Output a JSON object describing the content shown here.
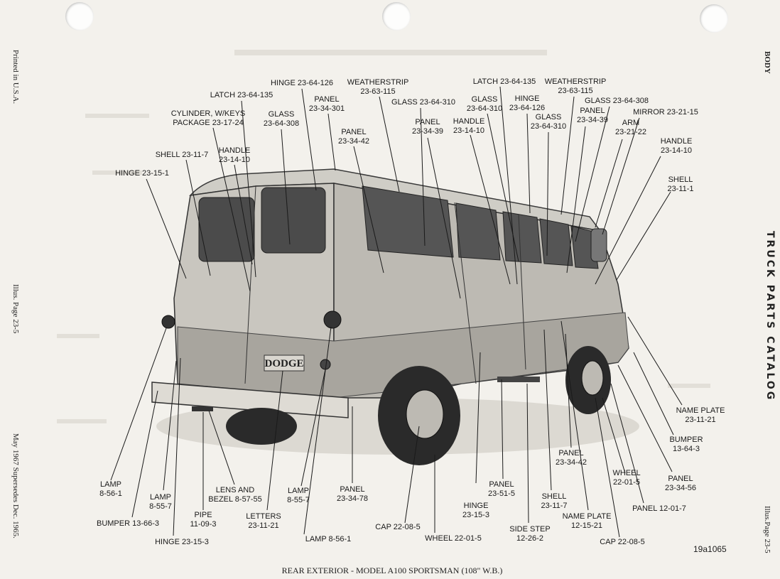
{
  "side_text": {
    "printed": "Printed in U.S.A.",
    "illus_left": "Illus. Page 23-5",
    "date": "May 1967 Supersedes Dec. 1965.",
    "body": "BODY",
    "catalog": "TRUCK PARTS CATALOG",
    "illus_right": "Illus.Page 23-5"
  },
  "caption": "REAR EXTERIOR - MODEL A100 SPORTSMAN (108\" W.B.)",
  "ref_number": "19a1065",
  "badge_text": "DODGE",
  "labels": [
    {
      "id": "hinge-23-15-1",
      "lines": [
        "HINGE 23-15-1"
      ]
    },
    {
      "id": "shell-23-11-7-top",
      "lines": [
        "SHELL 23-11-7"
      ]
    },
    {
      "id": "cylinder-keys",
      "lines": [
        "CYLINDER, W/KEYS",
        "PACKAGE 23-17-24"
      ]
    },
    {
      "id": "latch-23-64-135-left",
      "lines": [
        "LATCH 23-64-135"
      ]
    },
    {
      "id": "handle-23-14-10-left",
      "lines": [
        "HANDLE",
        "23-14-10"
      ]
    },
    {
      "id": "glass-23-64-308-left",
      "lines": [
        "GLASS",
        "23-64-308"
      ]
    },
    {
      "id": "hinge-23-64-126-left",
      "lines": [
        "HINGE 23-64-126"
      ]
    },
    {
      "id": "panel-23-34-301",
      "lines": [
        "PANEL",
        "23-34-301"
      ]
    },
    {
      "id": "weatherstrip-left",
      "lines": [
        "WEATHERSTRIP",
        "23-63-115"
      ]
    },
    {
      "id": "panel-23-34-42-top",
      "lines": [
        "PANEL",
        "23-34-42"
      ]
    },
    {
      "id": "glass-23-64-310-top",
      "lines": [
        "GLASS 23-64-310"
      ]
    },
    {
      "id": "panel-23-34-39-a",
      "lines": [
        "PANEL",
        "23-34-39"
      ]
    },
    {
      "id": "latch-23-64-135-right",
      "lines": [
        "LATCH 23-64-135"
      ]
    },
    {
      "id": "glass-23-64-310-b",
      "lines": [
        "GLASS",
        "23-64-310"
      ]
    },
    {
      "id": "handle-23-14-10-mid",
      "lines": [
        "HANDLE",
        "23-14-10"
      ]
    },
    {
      "id": "hinge-23-64-126-right",
      "lines": [
        "HINGE",
        "23-64-126"
      ]
    },
    {
      "id": "glass-23-64-310-c",
      "lines": [
        "GLASS",
        "23-64-310"
      ]
    },
    {
      "id": "weatherstrip-right",
      "lines": [
        "WEATHERSTRIP",
        "23-63-115"
      ]
    },
    {
      "id": "panel-23-34-39-b",
      "lines": [
        "PANEL",
        "23-34-39"
      ]
    },
    {
      "id": "glass-23-64-308-right",
      "lines": [
        "GLASS 23-64-308"
      ]
    },
    {
      "id": "arm-23-21-22",
      "lines": [
        "ARM",
        "23-21-22"
      ]
    },
    {
      "id": "mirror-23-21-15",
      "lines": [
        "MIRROR 23-21-15"
      ]
    },
    {
      "id": "handle-23-14-10-right",
      "lines": [
        "HANDLE",
        "23-14-10"
      ]
    },
    {
      "id": "shell-23-11-1",
      "lines": [
        "SHELL",
        "23-11-1"
      ]
    },
    {
      "id": "name-plate-23-11-21",
      "lines": [
        "NAME PLATE",
        "23-11-21"
      ]
    },
    {
      "id": "bumper-13-64-3",
      "lines": [
        "BUMPER",
        "13-64-3"
      ]
    },
    {
      "id": "panel-23-34-56",
      "lines": [
        "PANEL",
        "23-34-56"
      ]
    },
    {
      "id": "panel-12-01-7",
      "lines": [
        "PANEL 12-01-7"
      ]
    },
    {
      "id": "cap-22-08-5-right",
      "lines": [
        "CAP 22-08-5"
      ]
    },
    {
      "id": "wheel-22-01-5-right",
      "lines": [
        "WHEEL",
        "22-01-5"
      ]
    },
    {
      "id": "name-plate-12-15-21",
      "lines": [
        "NAME PLATE",
        "12-15-21"
      ]
    },
    {
      "id": "panel-23-34-42-bottom",
      "lines": [
        "PANEL",
        "23-34-42"
      ]
    },
    {
      "id": "shell-23-11-7-bottom",
      "lines": [
        "SHELL",
        "23-11-7"
      ]
    },
    {
      "id": "side-step",
      "lines": [
        "SIDE STEP",
        "12-26-2"
      ]
    },
    {
      "id": "panel-23-51-5",
      "lines": [
        "PANEL",
        "23-51-5"
      ]
    },
    {
      "id": "hinge-23-15-3-right",
      "lines": [
        "HINGE",
        "23-15-3"
      ]
    },
    {
      "id": "wheel-22-01-5-bottom",
      "lines": [
        "WHEEL 22-01-5"
      ]
    },
    {
      "id": "cap-22-08-5-bottom",
      "lines": [
        "CAP 22-08-5"
      ]
    },
    {
      "id": "panel-23-34-78",
      "lines": [
        "PANEL",
        "23-34-78"
      ]
    },
    {
      "id": "lamp-8-56-1-bottom",
      "lines": [
        "LAMP 8-56-1"
      ]
    },
    {
      "id": "lamp-8-55-7-right",
      "lines": [
        "LAMP",
        "8-55-7"
      ]
    },
    {
      "id": "letters-23-11-21",
      "lines": [
        "LETTERS",
        "23-11-21"
      ]
    },
    {
      "id": "lens-bezel",
      "lines": [
        "LENS AND",
        "BEZEL 8-57-55"
      ]
    },
    {
      "id": "pipe-11-09-3",
      "lines": [
        "PIPE",
        "11-09-3"
      ]
    },
    {
      "id": "hinge-23-15-3-left",
      "lines": [
        "HINGE 23-15-3"
      ]
    },
    {
      "id": "lamp-8-55-7-left",
      "lines": [
        "LAMP",
        "8-55-7"
      ]
    },
    {
      "id": "bumper-13-66-3",
      "lines": [
        "BUMPER 13-66-3"
      ]
    },
    {
      "id": "lamp-8-56-1-left",
      "lines": [
        "LAMP",
        "8-56-1"
      ]
    }
  ]
}
